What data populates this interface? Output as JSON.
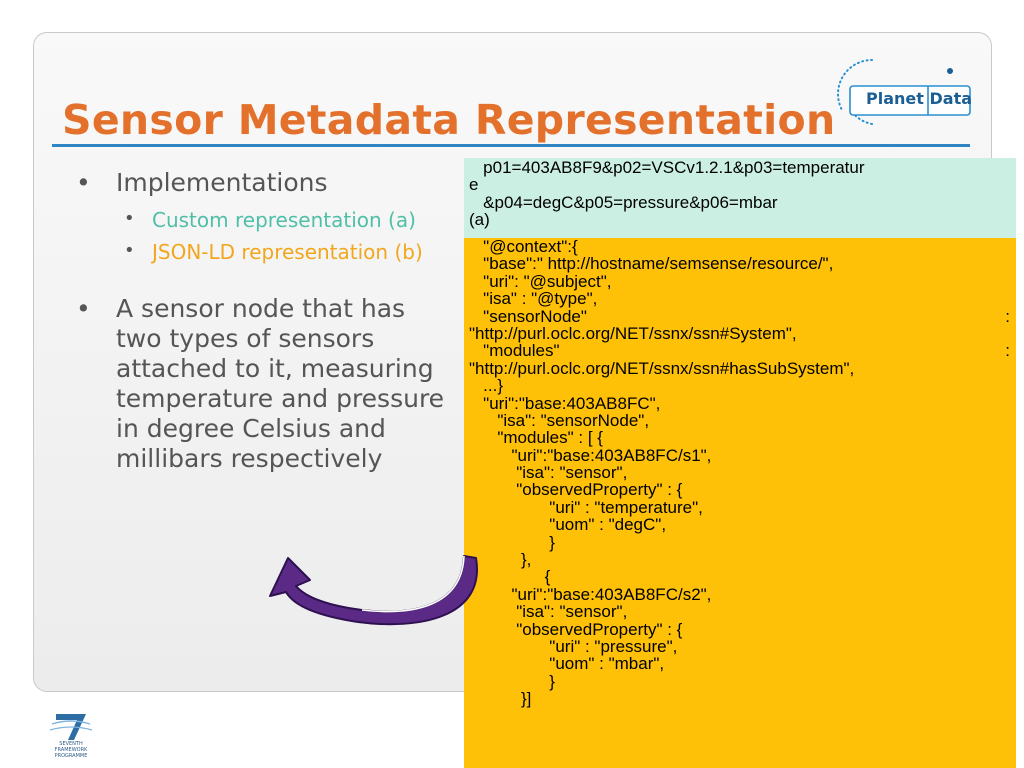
{
  "slide": {
    "title": "Sensor Metadata Representation",
    "logo": {
      "word1": "Planet",
      "word2": "Data"
    },
    "bullets": {
      "implementations": "Implementations",
      "custom": "Custom representation (a)",
      "jsonld": "JSON-LD representation (b)",
      "description": "A sensor node that has two types of sensors attached to it, measuring temperature and pressure in degree Celsius and millibars respectively"
    },
    "code_a": [
      "   p01=403AB8F9&p02=VSCv1.2.1&p03=temperatur",
      "e",
      "   &p04=degC&p05=pressure&p06=mbar",
      "(a)"
    ],
    "code_b": [
      "   \"@context\":{",
      "   \"base\":\" http://hostname/semsense/resource/\",",
      "   \"uri\": \"@subject\",",
      "   \"isa\" : \"@type\",",
      "   \"sensorNode\"",
      "\"http://purl.oclc.org/NET/ssnx/ssn#System\",",
      "   \"modules\"",
      "\"http://purl.oclc.org/NET/ssnx/ssn#hasSubSystem\",",
      "   ...}",
      "   \"uri\":\"base:403AB8FC\",",
      "      \"isa\": \"sensorNode\",",
      "      \"modules\" : [ {",
      "         \"uri\":\"base:403AB8FC/s1\",",
      "          \"isa\": \"sensor\",",
      "          \"observedProperty\" : {",
      "                 \"uri\" : \"temperature\",",
      "                 \"uom\" : \"degC\",",
      "                 }",
      "           },",
      "                {",
      "         \"uri\":\"base:403AB8FC/s2\",",
      "          \"isa\": \"sensor\",",
      "          \"observedProperty\" : {",
      "                 \"uri\" : \"pressure\",",
      "                 \"uom\" : \"mbar\",",
      "                 }",
      "           }]"
    ],
    "colon": ":",
    "fp7": {
      "line1": "SEVENTH FRAMEWORK",
      "line2": "PROGRAMME"
    }
  }
}
